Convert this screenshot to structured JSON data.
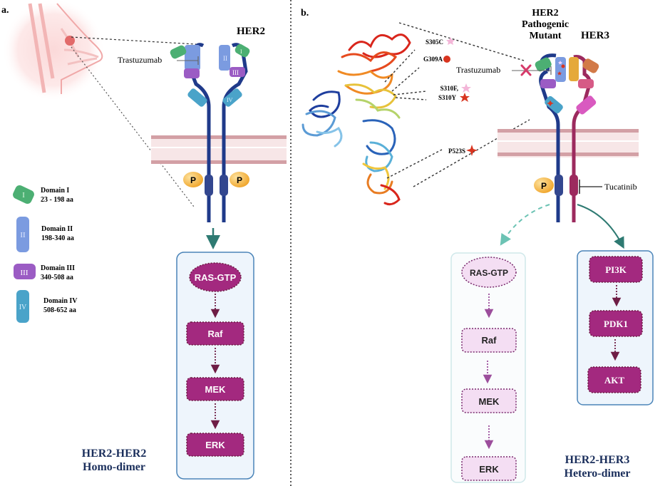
{
  "panel_a": {
    "label": "a.",
    "receptor_title": "HER2",
    "drug_label": "Trastuzumab",
    "phospho_label": "P",
    "domains": [
      {
        "numeral": "I",
        "name": "Domain I",
        "range": "23 - 198 aa",
        "color": "#4caf73"
      },
      {
        "numeral": "II",
        "name": "Domain II",
        "range": "198-340 aa",
        "color": "#7b9be0"
      },
      {
        "numeral": "III",
        "name": "Domain III",
        "range": "340-508 aa",
        "color": "#9b5cc4"
      },
      {
        "numeral": "IV",
        "name": "Domain IV",
        "range": "508-652 aa",
        "color": "#4aa3c9"
      }
    ],
    "pathway": [
      "RAS-GTP",
      "Raf",
      "MEK",
      "ERK"
    ],
    "caption_line1": "HER2-HER2",
    "caption_line2": "Homo-dimer"
  },
  "panel_b": {
    "label": "b.",
    "mutant_title_lines": [
      "HER2",
      "Pathogenic",
      "Mutant"
    ],
    "partner_title": "HER3",
    "drug_label": "Trastuzumab",
    "inhibitor_label": "Tucatinib",
    "phospho_label": "P",
    "mutations": [
      {
        "label": "S305C",
        "marker": "star6",
        "color": "#f3b6d8"
      },
      {
        "label": "G309A",
        "marker": "circle",
        "color": "#d8341f"
      },
      {
        "label": "S310F,",
        "marker": "star5",
        "color": "#f3b6d8"
      },
      {
        "label": "S310Y",
        "marker": "star5",
        "color": "#d8341f"
      },
      {
        "label": "P523S",
        "marker": "star4",
        "color": "#d8341f"
      }
    ],
    "pathway_inactive": [
      "RAS-GTP",
      "Raf",
      "MEK",
      "ERK"
    ],
    "pathway_active": [
      "PI3K",
      "PDK1",
      "AKT"
    ],
    "caption_line1": "HER2-HER3",
    "caption_line2": "Hetero-dimer"
  },
  "colors": {
    "her2_chain": "#1f3a8a",
    "her3_chain": "#9c2a5e",
    "pathway_active": "#a3297f",
    "pathway_inactive": "#f4def3",
    "membrane": "#c98b93",
    "arrow": "#2e7a72",
    "caption": "#1b2f5c"
  }
}
